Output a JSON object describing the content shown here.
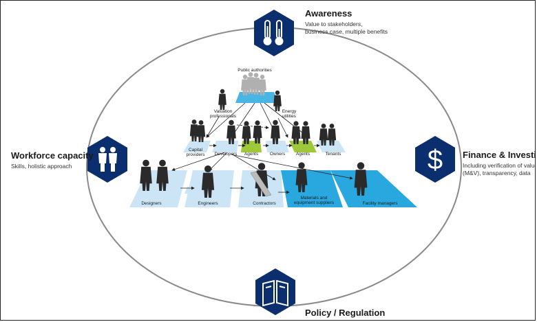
{
  "colors": {
    "hex_fill": "#0a2e6e",
    "ellipse_stroke": "#888888",
    "tile_light": "#cbe5f6",
    "tile_bright": "#29a8e0",
    "tile_green": "#9cc83a",
    "arrow": "#222222"
  },
  "pillars": {
    "awareness": {
      "icon": "thermometer-icon",
      "title": "Awareness",
      "subtitle_line1": "Value to stakeholders,",
      "subtitle_line2": "business case, multiple benefits"
    },
    "workforce": {
      "icon": "people-icon",
      "title": "Workforce capacity",
      "subtitle_line1": "Skills, holistic approach"
    },
    "finance": {
      "icon": "dollar-icon",
      "title": "Finance & Investing",
      "subtitle_line1": "Including verification of value",
      "subtitle_line2": "(M&V), transparency, data"
    },
    "policy": {
      "icon": "book-icon",
      "title": "Policy / Regulation"
    }
  },
  "actors": {
    "public_authorities": "Public authorities",
    "valuation_line1": "Valuation",
    "valuation_line2": "professionals",
    "energy_line1": "Energy",
    "energy_line2": "utilities",
    "capital_line1": "Capital",
    "capital_line2": "providers",
    "developers": "Developers",
    "agents_1": "Agents",
    "owners": "Owners",
    "agents_2": "Agents",
    "tenants": "Tenants",
    "designers": "Designers",
    "engineers": "Engineers",
    "contractors": "Contractors",
    "materials_line1": "Materials and",
    "materials_line2": "equipment suppliers",
    "facility_managers": "Facility managers"
  }
}
